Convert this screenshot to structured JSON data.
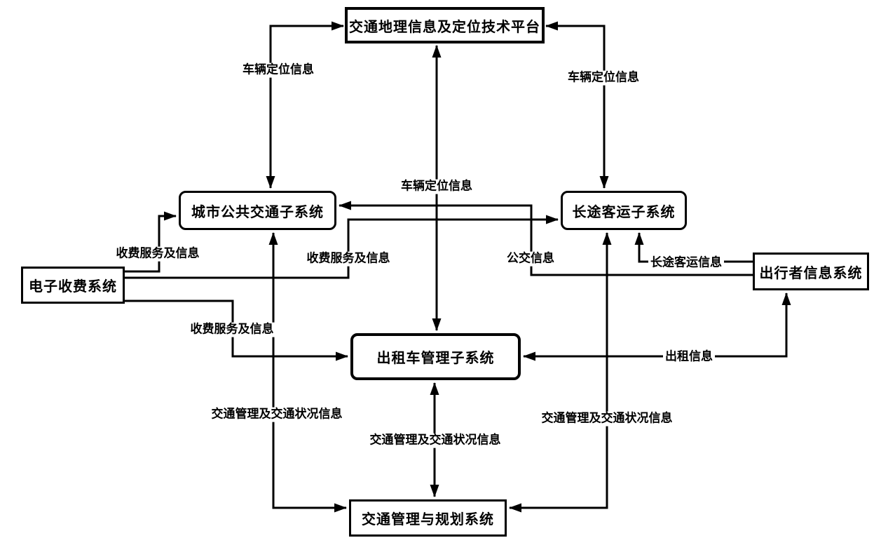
{
  "diagram": {
    "nodes": {
      "platform": {
        "label": "交通地理信息及定位技术平台"
      },
      "city_bus": {
        "label": "城市公共交通子系统"
      },
      "long_distance": {
        "label": "长途客运子系统"
      },
      "etc": {
        "label": "电子收费系统"
      },
      "traveler": {
        "label": "出行者信息系统"
      },
      "taxi": {
        "label": "出租车管理子系统"
      },
      "tmp": {
        "label": "交通管理与规划系统"
      }
    },
    "edges": [
      {
        "from": "city_bus",
        "to": "platform",
        "label": "车辆定位信息",
        "arrows": "both"
      },
      {
        "from": "long_distance",
        "to": "platform",
        "label": "车辆定位信息",
        "arrows": "both"
      },
      {
        "from": "taxi",
        "to": "platform",
        "label": "车辆定位信息",
        "arrows": "both"
      },
      {
        "from": "etc",
        "to": "city_bus",
        "label": "收费服务及信息",
        "arrows": "to"
      },
      {
        "from": "etc",
        "to": "long_distance",
        "label": "收费服务及信息",
        "arrows": "to"
      },
      {
        "from": "etc",
        "to": "taxi",
        "label": "收费服务及信息",
        "arrows": "to"
      },
      {
        "from": "traveler",
        "to": "city_bus",
        "label": "公交信息",
        "arrows": "to"
      },
      {
        "from": "traveler",
        "to": "long_distance",
        "label": "长途客运信息",
        "arrows": "to"
      },
      {
        "from": "taxi",
        "to": "traveler",
        "label": "出租信息",
        "arrows": "both"
      },
      {
        "from": "tmp",
        "to": "city_bus",
        "label": "交通管理及交通状况信息",
        "arrows": "both"
      },
      {
        "from": "tmp",
        "to": "taxi",
        "label": "交通管理及交通状况信息",
        "arrows": "both"
      },
      {
        "from": "tmp",
        "to": "long_distance",
        "label": "交通管理及交通状况信息",
        "arrows": "both"
      }
    ],
    "colors": {
      "line": "#000000",
      "box_background": "#ffffff",
      "text": "#000000"
    }
  }
}
